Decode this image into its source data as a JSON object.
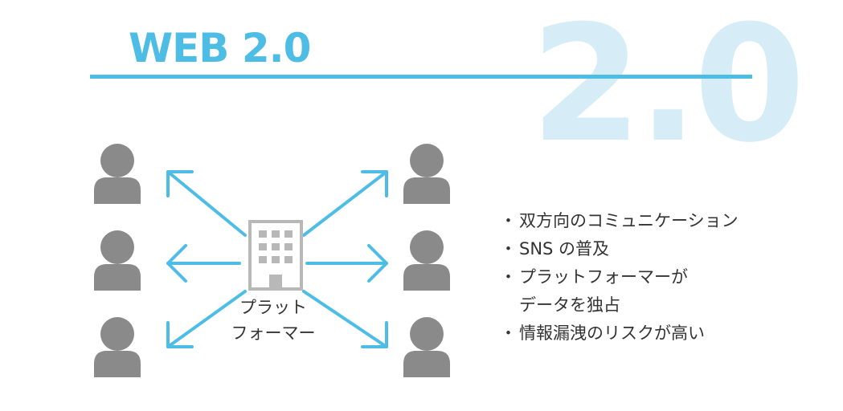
{
  "background_numeral": "2.0",
  "title": "WEB 2.0",
  "platform_label_lines": [
    "プラット",
    "フォーマー"
  ],
  "bullets": [
    {
      "lines": [
        "双方向のコミュニケーション"
      ]
    },
    {
      "lines": [
        "SNS の普及"
      ]
    },
    {
      "lines": [
        "プラットフォーマーが",
        "データを独占"
      ]
    },
    {
      "lines": [
        "情報漏洩のリスクが高い"
      ]
    }
  ],
  "colors": {
    "accent": "#4dbde6",
    "numeral": "#d6ecf7",
    "person": "#8a8a8a",
    "building": "#b8b8b8",
    "text": "#333333"
  },
  "icons": [
    "person-icon",
    "building-icon",
    "arrow-icon"
  ]
}
